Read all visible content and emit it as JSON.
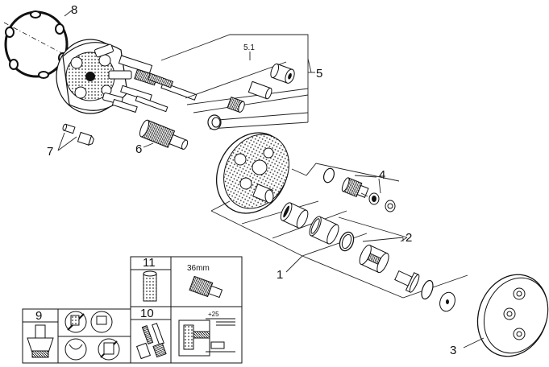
{
  "callouts": {
    "c1": "1",
    "c2": "2",
    "c3": "3",
    "c4": "4",
    "c5": "5",
    "c5_1": "5.1",
    "c6": "6",
    "c7": "7",
    "c8": "8"
  },
  "panels": {
    "p9": "9",
    "p10": "10",
    "p11": "11",
    "size": "36mm",
    "offset": "+25"
  },
  "colors": {
    "ink": "#111111",
    "paper": "#ffffff",
    "hatch": "#555555"
  }
}
